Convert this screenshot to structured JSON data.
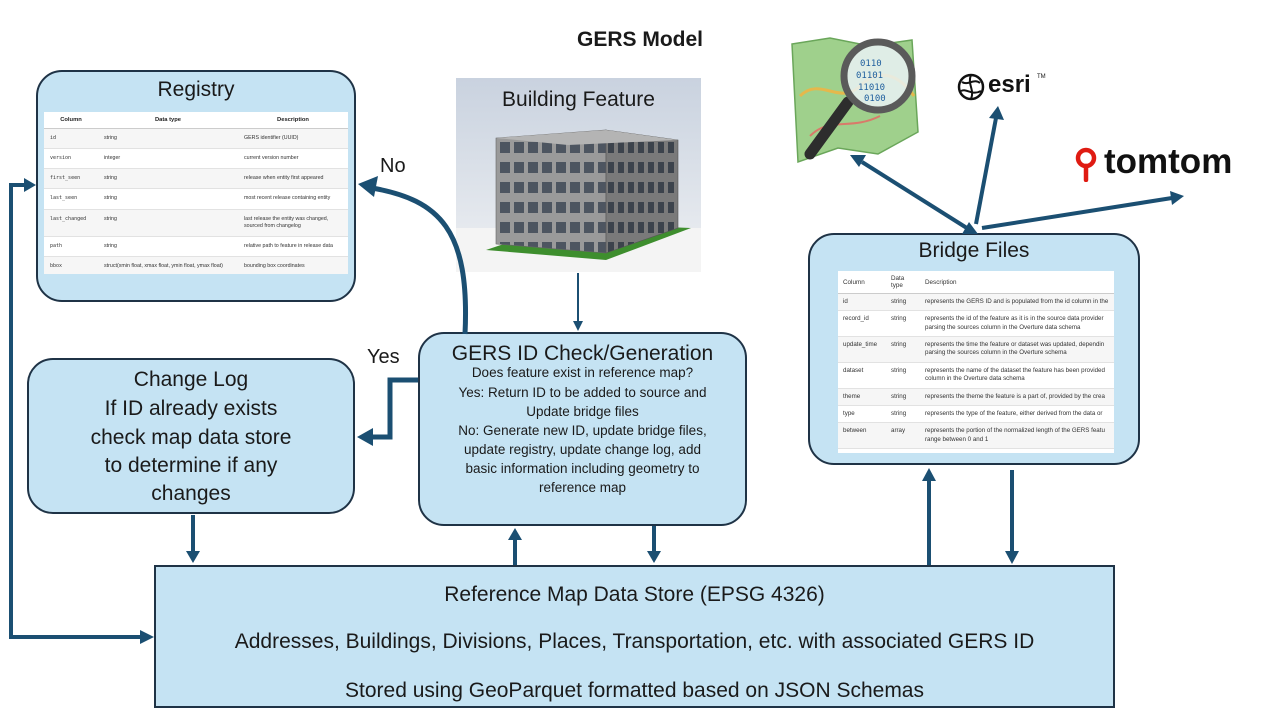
{
  "title": "GERS Model",
  "registry": {
    "title": "Registry",
    "columns": [
      "Column",
      "Data type",
      "Description"
    ],
    "rows": [
      [
        "id",
        "string",
        "GERS identifier (UUID)"
      ],
      [
        "version",
        "integer",
        "current version number"
      ],
      [
        "first_seen",
        "string",
        "release when entity first appeared"
      ],
      [
        "last_seen",
        "string",
        "most recent release containing entity"
      ],
      [
        "last_changed",
        "string",
        "last release the entity was changed, sourced from changelog"
      ],
      [
        "path",
        "string",
        "relative path to feature in release data"
      ],
      [
        "bbox",
        "struct(xmin float, xmax float, ymin float, ymax float)",
        "bounding box coordinates"
      ]
    ]
  },
  "building": {
    "label": "Building Feature"
  },
  "labels": {
    "no": "No",
    "yes": "Yes"
  },
  "change_log": {
    "title": "Change Log",
    "lines": [
      "If ID already exists",
      "check map data store",
      "to determine if any",
      "changes"
    ]
  },
  "gers_check": {
    "title": "GERS ID Check/Generation",
    "lines": [
      "Does feature exist in reference map?",
      "Yes: Return ID to be added to source and",
      "Update bridge files",
      "No: Generate new ID, update bridge files,",
      "update registry, update change log, add",
      "basic information including geometry to",
      "reference map"
    ]
  },
  "bridge": {
    "title": "Bridge Files",
    "columns": [
      "Column",
      "Data type",
      "Description"
    ],
    "rows": [
      [
        "id",
        "string",
        "represents the GERS ID and is populated from the id column in the"
      ],
      [
        "record_id",
        "string",
        "represents the id of the feature as it is in the source data provider|parsing the sources column in the Overture data schema"
      ],
      [
        "update_time",
        "string",
        "represents the time the feature or dataset was updated, dependin|parsing the sources column in the Overture schema"
      ],
      [
        "dataset",
        "string",
        "represents the name of the dataset the feature has been provided|column in the Overture data schema"
      ],
      [
        "theme",
        "string",
        "represents the theme the feature is a part of, provided by the crea"
      ],
      [
        "type",
        "string",
        "represents the type of the feature, either derived from the data or"
      ],
      [
        "between",
        "array",
        "represents the portion of the normalized length of the GERS featu|range between 0 and 1"
      ]
    ]
  },
  "store": {
    "title": "Reference Map Data Store (EPSG 4326)",
    "line1": "Addresses, Buildings, Divisions, Places, Transportation, etc. with associated GERS ID",
    "line2": "Stored using GeoParquet formatted based on JSON Schemas"
  },
  "logos": {
    "osm_digits": [
      "0110",
      "01101",
      "11010",
      "0100"
    ],
    "esri": "esri",
    "esri_mark": "TM",
    "tomtom": "tomtom"
  },
  "colors": {
    "box_fill": "#c5e3f3",
    "box_border": "#1f3346",
    "arrow": "#1b4f72",
    "tomtom_red": "#df1b12"
  }
}
